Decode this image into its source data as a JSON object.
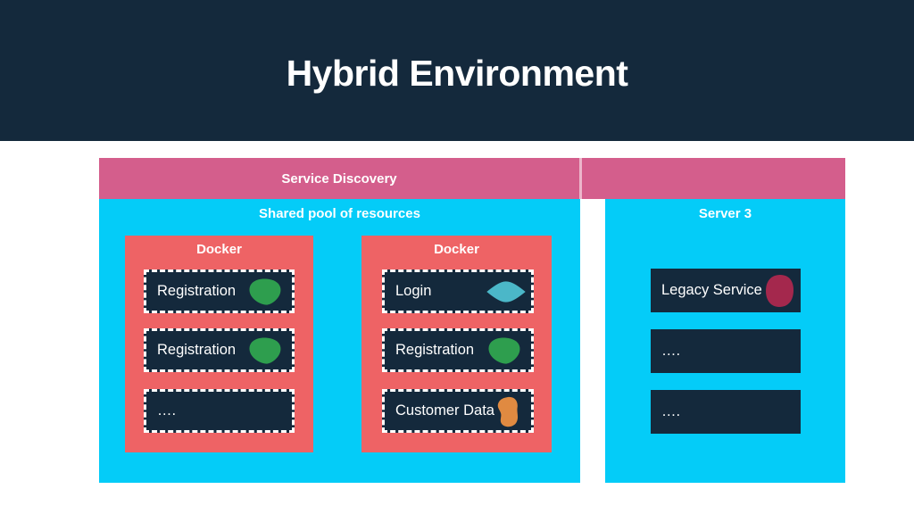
{
  "title": "Hybrid Environment",
  "banner": {
    "label": "Service Discovery"
  },
  "left_panel": {
    "title": "Shared pool of resources",
    "containers": [
      {
        "title": "Docker",
        "items": [
          {
            "label": "Registration",
            "icon": "green-blob"
          },
          {
            "label": "Registration",
            "icon": "green-blob"
          },
          {
            "label": "….",
            "icon": "none"
          }
        ]
      },
      {
        "title": "Docker",
        "items": [
          {
            "label": "Login",
            "icon": "teal-blob"
          },
          {
            "label": "Registration",
            "icon": "green-blob"
          },
          {
            "label": "Customer Data",
            "icon": "orange-blob"
          }
        ]
      }
    ]
  },
  "right_panel": {
    "title": "Server 3",
    "items": [
      {
        "label": "Legacy Service",
        "icon": "maroon-blob"
      },
      {
        "label": "….",
        "icon": "none"
      },
      {
        "label": "….",
        "icon": "none"
      }
    ]
  },
  "colors": {
    "navy": "#14293C",
    "pink": "#D45E8C",
    "cyan": "#04CCF8",
    "salmon": "#EE6365",
    "green": "#2E9E4E",
    "teal": "#4BB7C8",
    "orange": "#E08A41",
    "maroon": "#A4284D"
  }
}
